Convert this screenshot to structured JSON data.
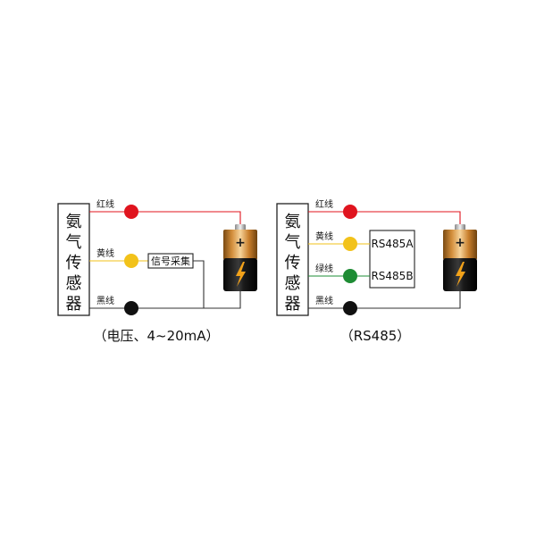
{
  "colors": {
    "red": "#e0141e",
    "yellow": "#f2c21a",
    "green": "#1e8c34",
    "black": "#111111",
    "wire_dark": "#333333"
  },
  "left_diagram": {
    "sensor_chars": [
      "氨",
      "气",
      "传",
      "感",
      "器"
    ],
    "wire_red": "红线",
    "wire_yellow": "黄线",
    "wire_black": "黑线",
    "signal_box": "信号采集",
    "caption": "（电压、4~20mA）"
  },
  "right_diagram": {
    "sensor_chars": [
      "氨",
      "气",
      "传",
      "感",
      "器"
    ],
    "wire_red": "红线",
    "wire_yellow": "黄线",
    "wire_green": "绿线",
    "wire_black": "黑线",
    "box_a": "RS485A",
    "box_b": "RS485B",
    "caption": "（RS485）"
  },
  "battery": {
    "plus_sign": "+",
    "icon": "lightning-icon"
  }
}
